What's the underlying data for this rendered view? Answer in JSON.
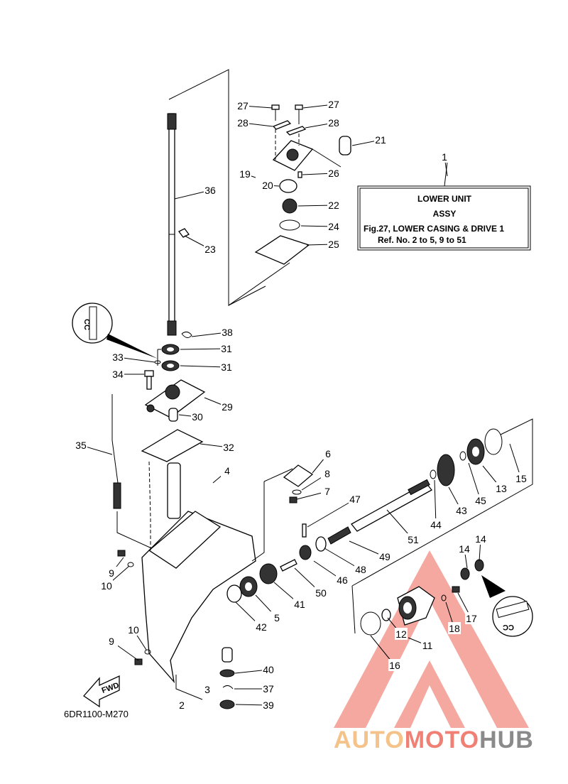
{
  "reference_box": {
    "callout": "1",
    "line1": "LOWER UNIT",
    "line2": "ASSY",
    "line3": "Fig.27, LOWER CASING & DRIVE 1",
    "line4": "Ref. No. 2 to 5, 9 to 51"
  },
  "drawing_code": "6DR1100-M270",
  "fwd_label": "FWD",
  "sealant_label": "CC",
  "watermark": {
    "part1": "AUTO",
    "part2": "MOTO",
    "part3": "HUB",
    "color1": "#f5c28a",
    "color2": "#f07f74",
    "color3": "#8a8a8a",
    "logo_color": "#f07f74"
  },
  "callouts": [
    "1",
    "2",
    "3",
    "4",
    "5",
    "6",
    "7",
    "8",
    "9",
    "9",
    "10",
    "10",
    "11",
    "12",
    "13",
    "14",
    "14",
    "15",
    "16",
    "17",
    "18",
    "19",
    "20",
    "21",
    "22",
    "23",
    "24",
    "25",
    "26",
    "27",
    "27",
    "28",
    "28",
    "29",
    "30",
    "31",
    "31",
    "32",
    "33",
    "34",
    "35",
    "36",
    "37",
    "38",
    "39",
    "40",
    "41",
    "42",
    "43",
    "44",
    "45",
    "46",
    "47",
    "48",
    "49",
    "50",
    "51"
  ]
}
